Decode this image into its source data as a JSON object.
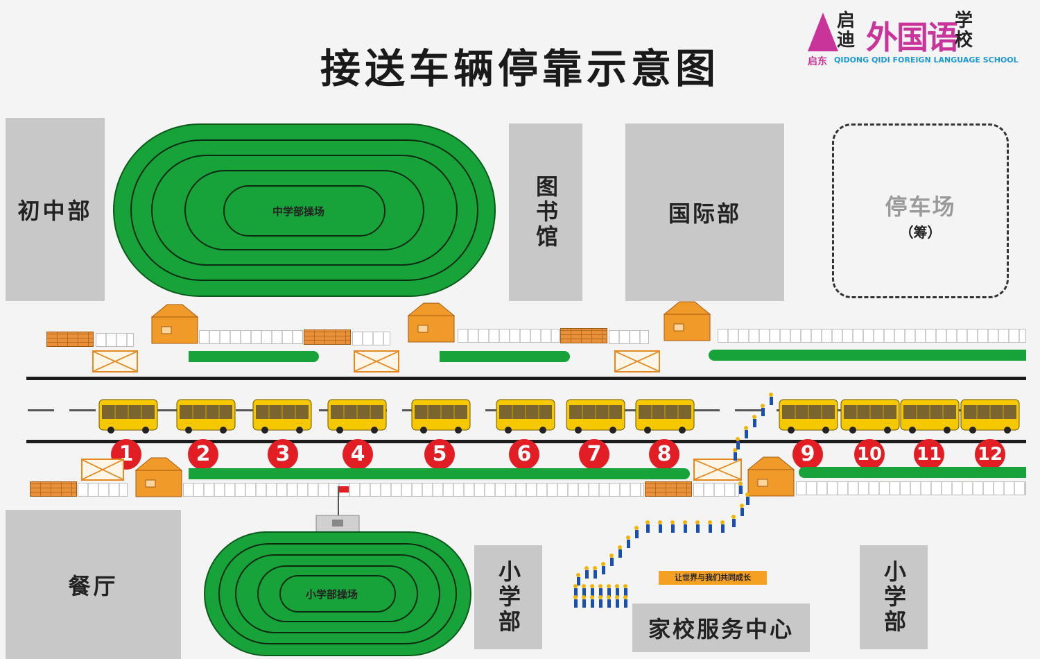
{
  "title": "接送车辆停靠示意图",
  "logo": {
    "prefix": "启迪",
    "name": "外国语",
    "suffix": "学校",
    "city": "启东",
    "english": "QIDONG QIDI FOREIGN LANGUAGE SCHOOL",
    "brand_color": "#c8349a"
  },
  "buildings": {
    "junior_high": "初中部",
    "library": "图书馆",
    "international": "国际部",
    "canteen": "餐厅",
    "primary_left": "小学部",
    "primary_right": "小学部",
    "service_center": "家校服务中心"
  },
  "parking": {
    "label": "停车场",
    "note": "（筹）"
  },
  "tracks": {
    "middle_school": "中学部操场",
    "primary_school": "小学部操场"
  },
  "slogan": "让世界与我们共同成长",
  "bus_stops": [
    "1",
    "2",
    "3",
    "4",
    "5",
    "6",
    "7",
    "8",
    "9",
    "10",
    "11",
    "12"
  ],
  "colors": {
    "field_green": "#18a33a",
    "bus_yellow": "#f6c800",
    "stop_red": "#e21d24",
    "gatehouse_orange": "#f09a2a"
  }
}
